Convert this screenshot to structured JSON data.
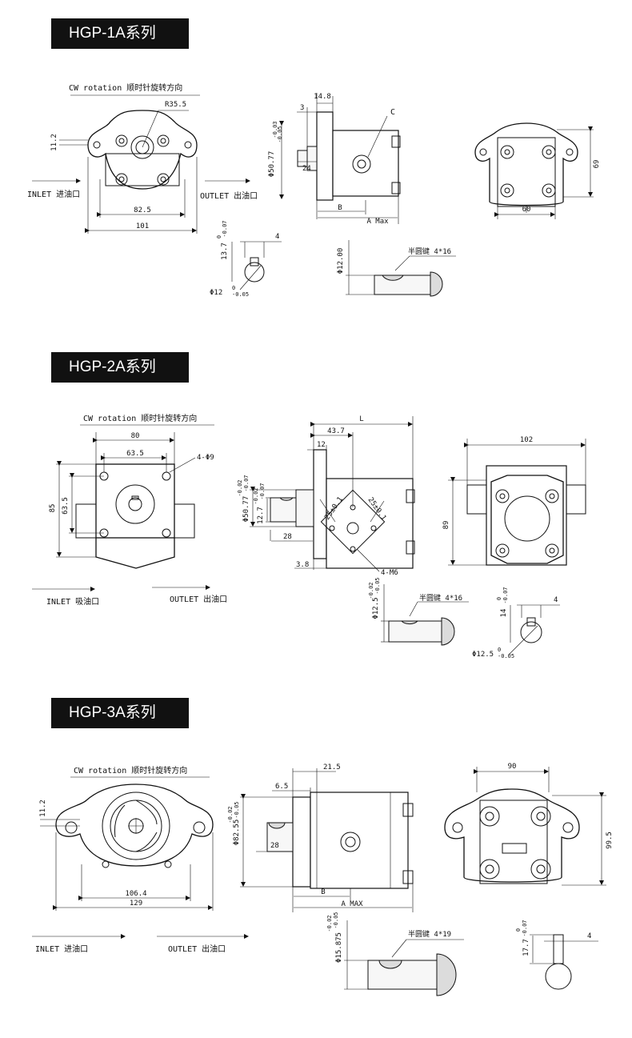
{
  "series": [
    {
      "title": "HGP-1A系列",
      "rotation": "CW rotation  顺时针旋转方向",
      "inlet": "INLET 进油口",
      "outlet": "OUTLET 出油口",
      "dims": {
        "radius": "R35.5",
        "offset": "11.2",
        "bolt_pitch": "82.5",
        "overall_width": "101",
        "flange_thk": "3",
        "flange_len": "14.8",
        "port_label": "C",
        "pilot_dia": "Φ50.77",
        "pilot_tol_hi": "-0.03",
        "pilot_tol_lo": "-0.05",
        "shaft_len": "24",
        "b": "B",
        "a_max": "A Max",
        "rear_height": "69",
        "rear_width": "60",
        "key_height": "13.7",
        "key_tol_hi": "0",
        "key_tol_lo": "-0.07",
        "key_width": "4",
        "shaft_dia": "Φ12",
        "shaft_tol_hi": "0",
        "shaft_tol_lo": "-0.05",
        "shaft_dia2": "Φ12.00",
        "key_spec": "半圆键 4*16"
      }
    },
    {
      "title": "HGP-2A系列",
      "rotation": "CW rotation  顺时针旋转方向",
      "inlet": "INLET 吸油口",
      "outlet": "OUTLET 出油口",
      "dims": {
        "width": "80",
        "bolt_pitch": "63.5",
        "holes": "4-Φ9",
        "height": "85",
        "bolt_pitch_v": "63.5",
        "l": "L",
        "len_437": "43.7",
        "flange_len": "12",
        "pilot_dia": "Φ50.77",
        "pilot_tol_hi": "-0.02",
        "pilot_tol_lo": "-0.07",
        "shaft_dia_small": "12.7",
        "shaft_small_tol_hi": "-0.02",
        "shaft_small_tol_lo": "-0.07",
        "port_pitch_1": "25±0.1",
        "port_pitch_2": "25±0.1",
        "shaft_len": "28",
        "spigot": "3.8",
        "port_thread": "4-M6",
        "rear_width": "102",
        "rear_height": "89",
        "shaft_dia": "Φ12.5",
        "shaft_tol_hi": "-0.02",
        "shaft_tol_lo": "-0.05",
        "key_spec": "半圆键 4*16",
        "key_height": "14",
        "key_tol_hi": "0",
        "key_tol_lo": "-0.07",
        "key_width": "4",
        "shaft_dia2": "Φ12.5",
        "shaft2_tol_hi": "0",
        "shaft2_tol_lo": "-0.05"
      }
    },
    {
      "title": "HGP-3A系列",
      "rotation": "CW rotation  顺时针旋转方向",
      "inlet": "INLET 进油口",
      "outlet": "OUTLET 出油口",
      "dims": {
        "offset": "11.2",
        "bolt_pitch": "106.4",
        "overall_width": "129",
        "flange_len": "21.5",
        "flange_thk": "6.5",
        "pilot_dia": "Φ82.55",
        "pilot_tol_hi": "-0.02",
        "pilot_tol_lo": "-0.05",
        "shaft_len": "28",
        "b": "B",
        "a_max": "A MAX",
        "rear_width": "90",
        "rear_height": "99.5",
        "shaft_dia": "Φ15.875",
        "shaft_tol_hi": "-0.02",
        "shaft_tol_lo": "-0.05",
        "key_spec": "半圆键 4*19",
        "key_height": "17.7",
        "key_tol_hi": "0",
        "key_tol_lo": "-0.07",
        "key_width": "4"
      }
    }
  ]
}
